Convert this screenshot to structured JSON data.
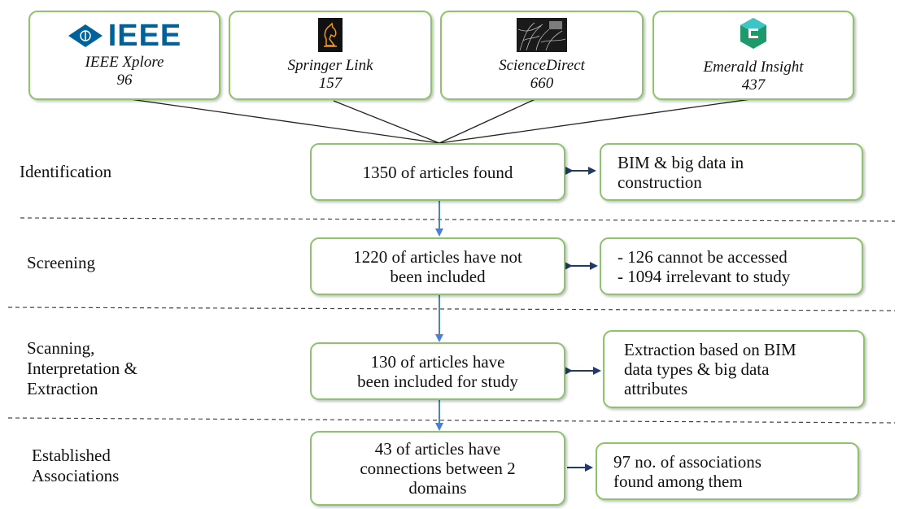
{
  "sources": [
    {
      "logo": "IEEE",
      "name": "IEEE Xplore",
      "count": "96"
    },
    {
      "logo": "",
      "name": "Springer Link",
      "count": "157"
    },
    {
      "logo": "",
      "name": "ScienceDirect",
      "count": "660"
    },
    {
      "logo": "",
      "name": "Emerald Insight",
      "count": "437"
    }
  ],
  "stages": [
    {
      "label": [
        "Identification"
      ],
      "main": [
        "1350 of articles found"
      ],
      "side": [
        "BIM & big data in",
        "construction"
      ]
    },
    {
      "label": [
        "Screening"
      ],
      "main": [
        "1220 of articles have not",
        "been included"
      ],
      "side": [
        "- 126 cannot be accessed",
        "- 1094 irrelevant to study"
      ]
    },
    {
      "label": [
        "Scanning,",
        "Interpretation &",
        "Extraction"
      ],
      "main": [
        "130 of articles have",
        "been included for study"
      ],
      "side": [
        "Extraction based on BIM",
        "data types & big data",
        "attributes"
      ]
    },
    {
      "label": [
        "Established",
        "Associations"
      ],
      "main": [
        "43 of articles have",
        "connections between 2",
        "domains"
      ],
      "side": [
        "97 no. of associations",
        "found among them"
      ]
    }
  ],
  "colors": {
    "box_border": "#8dc36a",
    "arrow": "#4a7fd4",
    "side_arrow": "#1f3b6e",
    "ieee_blue": "#00629b",
    "springer_orange": "#f29a1e",
    "emerald_green": "#1e9a6a",
    "emerald_teal": "#3dc4c4"
  },
  "icons": [
    "ieee-logo-icon",
    "springer-logo-icon",
    "sciencedirect-logo-icon",
    "emerald-logo-icon"
  ]
}
